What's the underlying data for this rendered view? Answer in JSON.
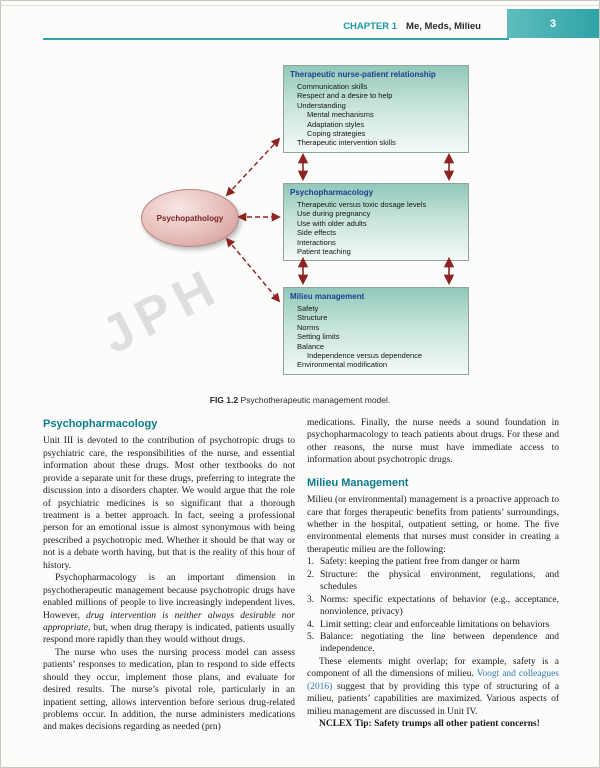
{
  "header": {
    "chapter_label": "CHAPTER 1",
    "chapter_title": "Me, Meds, Milieu",
    "page_number": "3"
  },
  "figure": {
    "watermark": "JPH",
    "ellipse_label": "Psychopathology",
    "boxes": [
      {
        "title": "Therapeutic nurse-patient relationship",
        "items": [
          {
            "text": "Communication skills",
            "indent": 1
          },
          {
            "text": "Respect and a desire to help",
            "indent": 1
          },
          {
            "text": "Understanding",
            "indent": 1
          },
          {
            "text": "Mental mechanisms",
            "indent": 2
          },
          {
            "text": "Adaptation styles",
            "indent": 2
          },
          {
            "text": "Coping strategies",
            "indent": 2
          },
          {
            "text": "Therapeutic intervention skills",
            "indent": 1
          }
        ]
      },
      {
        "title": "Psychopharmacology",
        "items": [
          {
            "text": "Therapeutic versus toxic dosage levels",
            "indent": 1
          },
          {
            "text": "Use during pregnancy",
            "indent": 1
          },
          {
            "text": "Use with older adults",
            "indent": 1
          },
          {
            "text": "Side effects",
            "indent": 1
          },
          {
            "text": "Interactions",
            "indent": 1
          },
          {
            "text": "Patient teaching",
            "indent": 1
          }
        ]
      },
      {
        "title": "Milieu management",
        "items": [
          {
            "text": "Safety",
            "indent": 1
          },
          {
            "text": "Structure",
            "indent": 1
          },
          {
            "text": "Norms",
            "indent": 1
          },
          {
            "text": "Setting limits",
            "indent": 1
          },
          {
            "text": "Balance",
            "indent": 1
          },
          {
            "text": "Independence versus dependence",
            "indent": 2
          },
          {
            "text": "Environmental modification",
            "indent": 1
          }
        ]
      }
    ],
    "caption_label": "FIG 1.2",
    "caption_text": "Psychotherapeutic management model."
  },
  "left_column": {
    "heading": "Psychopharmacology",
    "para1": "Unit III is devoted to the contribution of psychotropic drugs to psychiatric care, the responsibilities of the nurse, and essential information about these drugs. Most other textbooks do not provide a separate unit for these drugs, preferring to integrate the discussion into a disorders chapter. We would argue that the role of psychiatric medicines is so significant that a thorough treatment is a better approach. In fact, seeing a professional person for an emotional issue is almost synonymous with being prescribed a psychotropic med. Whether it should be that way or not is a debate worth having, but that is the reality of this hour of history.",
    "para2_pre": "Psychopharmacology is an important dimension in psychotherapeutic management because psychotropic drugs have enabled millions of people to live increasingly independent lives. However, ",
    "para2_italic": "drug intervention is neither always desirable nor appropriate",
    "para2_post": ", but, when drug therapy is indicated, patients usually respond more rapidly than they would without drugs.",
    "para3": "The nurse who uses the nursing process model can assess patients’ responses to medication, plan to respond to side effects should they occur, implement those plans, and evaluate for desired results. The nurse’s pivotal role, particularly in an inpatient setting, allows intervention before serious drug-related problems occur. In addition, the nurse administers medications and makes decisions regarding as needed (prn)"
  },
  "right_column": {
    "para0": "medications. Finally, the nurse needs a sound foundation in psychopharmacology to teach patients about drugs. For these and other reasons, the nurse must have immediate access to information about psychotropic drugs.",
    "heading": "Milieu Management",
    "para1": "Milieu (or environmental) management is a proactive approach to care that forges therapeutic benefits from patients’ surroundings, whether in the hospital, outpatient setting, or home. The five environmental elements that nurses must consider in creating a therapeutic milieu are the following:",
    "list": [
      {
        "num": "1.",
        "text": "Safety: keeping the patient free from danger or harm"
      },
      {
        "num": "2.",
        "text": "Structure: the physical environment, regulations, and schedules"
      },
      {
        "num": "3.",
        "text": "Norms: specific expectations of behavior (e.g., acceptance, nonviolence, privacy)"
      },
      {
        "num": "4.",
        "text": "Limit setting: clear and enforceable limitations on behaviors"
      },
      {
        "num": "5.",
        "text": "Balance: negotiating the line between dependence and independence."
      }
    ],
    "para2_pre": "These elements might overlap; for example, safety is a component of all the dimensions of milieu. ",
    "para2_link": "Voogt and colleagues (2016)",
    "para2_post": " suggest that by providing this type of structuring of a milieu, patients’ capabilities are maximized. Various aspects of milieu management are discussed in Unit IV.",
    "nclex_tip": "NCLEX Tip: Safety trumps all other patient concerns!"
  },
  "colors": {
    "accent_teal": "#2fa3a8",
    "heading_teal": "#0b7c8e",
    "box_title_blue": "#1f3d8f",
    "arrow_maroon": "#8e2323",
    "link_blue": "#2d74b5",
    "ellipse_text_red": "#7c1f24"
  }
}
